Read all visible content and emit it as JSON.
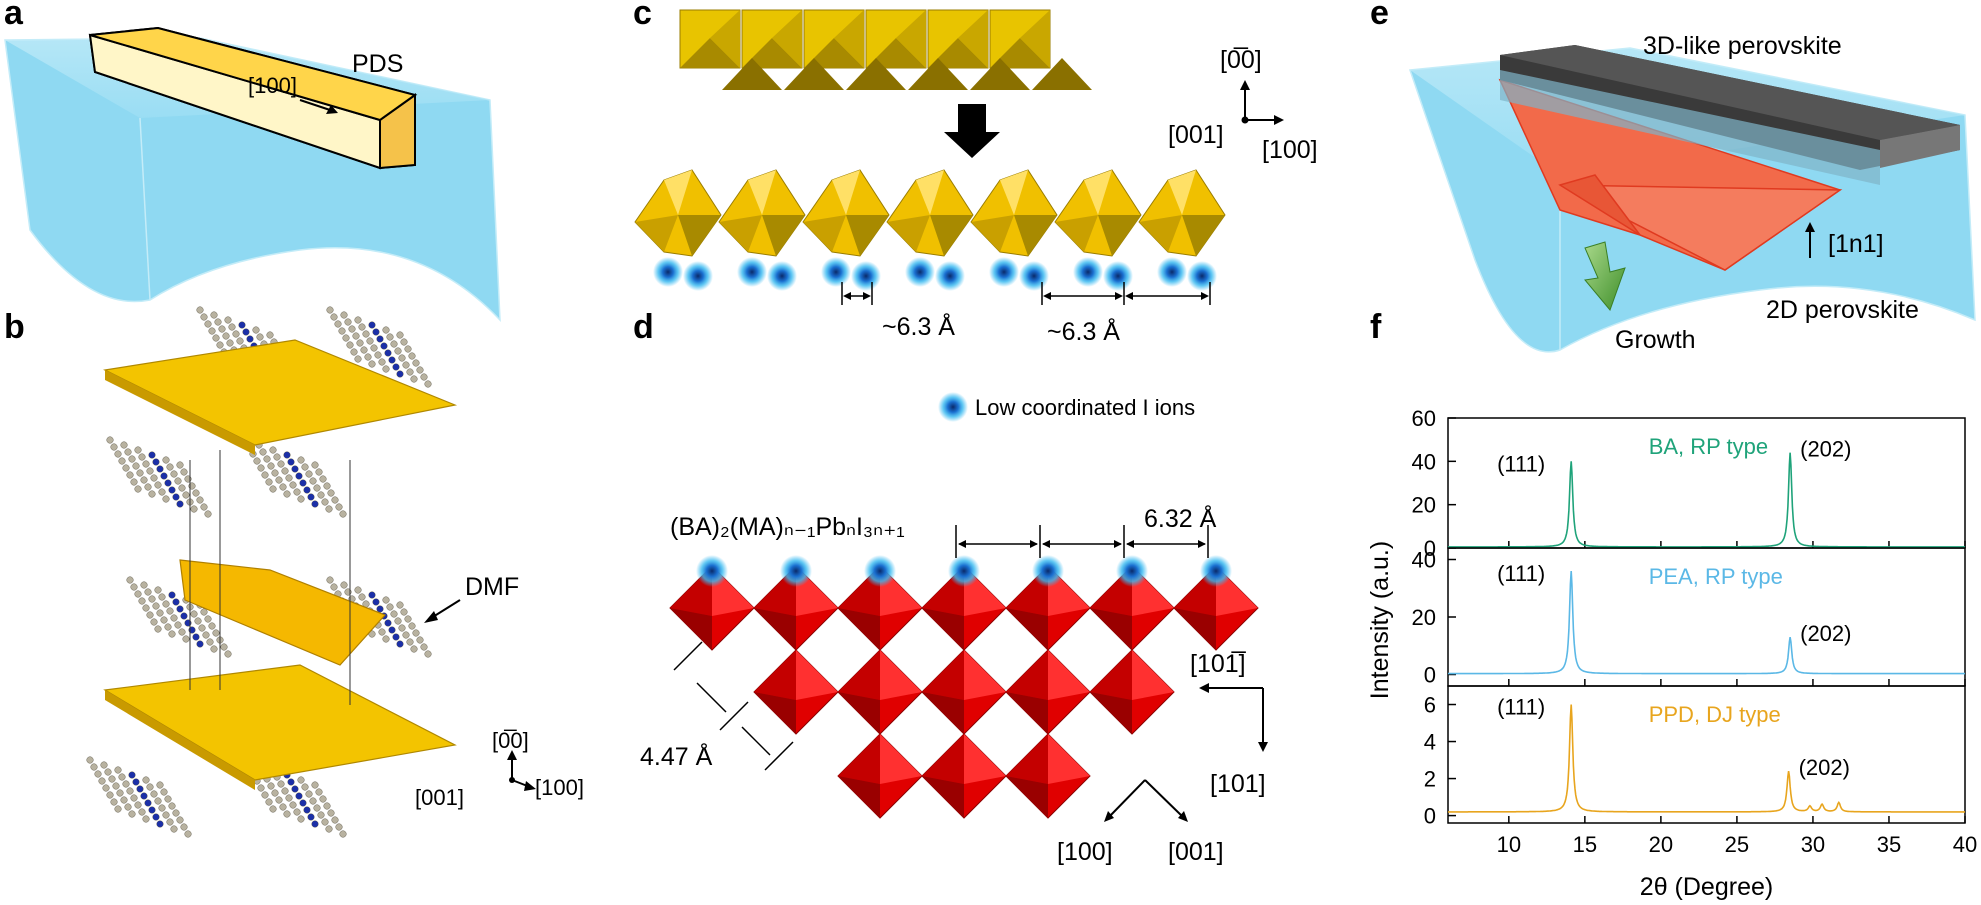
{
  "panels": {
    "a": {
      "label": "a",
      "pds_label": "PDS",
      "direction_label": "[100]"
    },
    "b": {
      "label": "b",
      "dmf_label": "DMF",
      "axis_up": "[0̅0]",
      "axis_left": "[001]",
      "axis_right": "[100]"
    },
    "c": {
      "label": "c",
      "axis_up": "[0̅0]",
      "axis_left": "[001]",
      "axis_right": "[100]",
      "spacing_1": "~6.3 Å",
      "spacing_2": "~6.3 Å"
    },
    "d": {
      "label": "d",
      "legend_text": "Low coordinated I ions",
      "formula": "(BA)₂(MA)ₙ₋₁PbₙI₃ₙ₊₁",
      "spacing_top": "6.32 Å",
      "spacing_side": "4.47 Å",
      "dir_1": "[101̅]",
      "dir_2": "[101]",
      "dir_3": "[100]",
      "dir_4": "[001]"
    },
    "e": {
      "label": "e",
      "top_label": "3D-like perovskite",
      "dir_label": "[1n1]",
      "bottom_label": "2D perovskite",
      "growth_label": "Growth"
    },
    "f": {
      "label": "f"
    }
  },
  "colors": {
    "water": "#8fd9f2",
    "gold": "#e8b500",
    "red": "#d40000",
    "orange": "#f26a4a",
    "dark": "#3a3a3a",
    "ba": "#1fa37a",
    "pea": "#5bb8e6",
    "ppd": "#e8a51e"
  },
  "chart_data": {
    "type": "line",
    "xlabel": "2θ (Degree)",
    "ylabel": "Intensity (a.u.)",
    "xlim": [
      6,
      40
    ],
    "xticks": [
      10,
      15,
      20,
      25,
      30,
      35,
      40
    ],
    "series": [
      {
        "name": "BA, RP type",
        "color": "#1fa37a",
        "ylim": [
          0,
          60
        ],
        "yticks": [
          0,
          20,
          40,
          60
        ],
        "peaks": [
          {
            "x": 14.1,
            "y": 40,
            "label": "(111)"
          },
          {
            "x": 28.5,
            "y": 44,
            "label": "(202)"
          }
        ],
        "baseline": 0.5
      },
      {
        "name": "PEA, RP type",
        "color": "#5bb8e6",
        "ylim": [
          -4,
          44
        ],
        "yticks": [
          0,
          20,
          40
        ],
        "peaks": [
          {
            "x": 14.1,
            "y": 36,
            "label": "(111)"
          },
          {
            "x": 28.5,
            "y": 13,
            "label": "(202)"
          }
        ],
        "baseline": 0.3
      },
      {
        "name": "PPD, DJ type",
        "color": "#e8a51e",
        "ylim": [
          -0.4,
          7
        ],
        "yticks": [
          0,
          2,
          4,
          6
        ],
        "peaks": [
          {
            "x": 14.1,
            "y": 6.0,
            "label": "(111)"
          },
          {
            "x": 28.4,
            "y": 2.4,
            "label": "(202)"
          }
        ],
        "baseline": 0.2,
        "minor_peaks": [
          {
            "x": 29.8,
            "y": 0.5
          },
          {
            "x": 30.6,
            "y": 0.6
          },
          {
            "x": 31.7,
            "y": 0.7
          }
        ]
      }
    ]
  }
}
